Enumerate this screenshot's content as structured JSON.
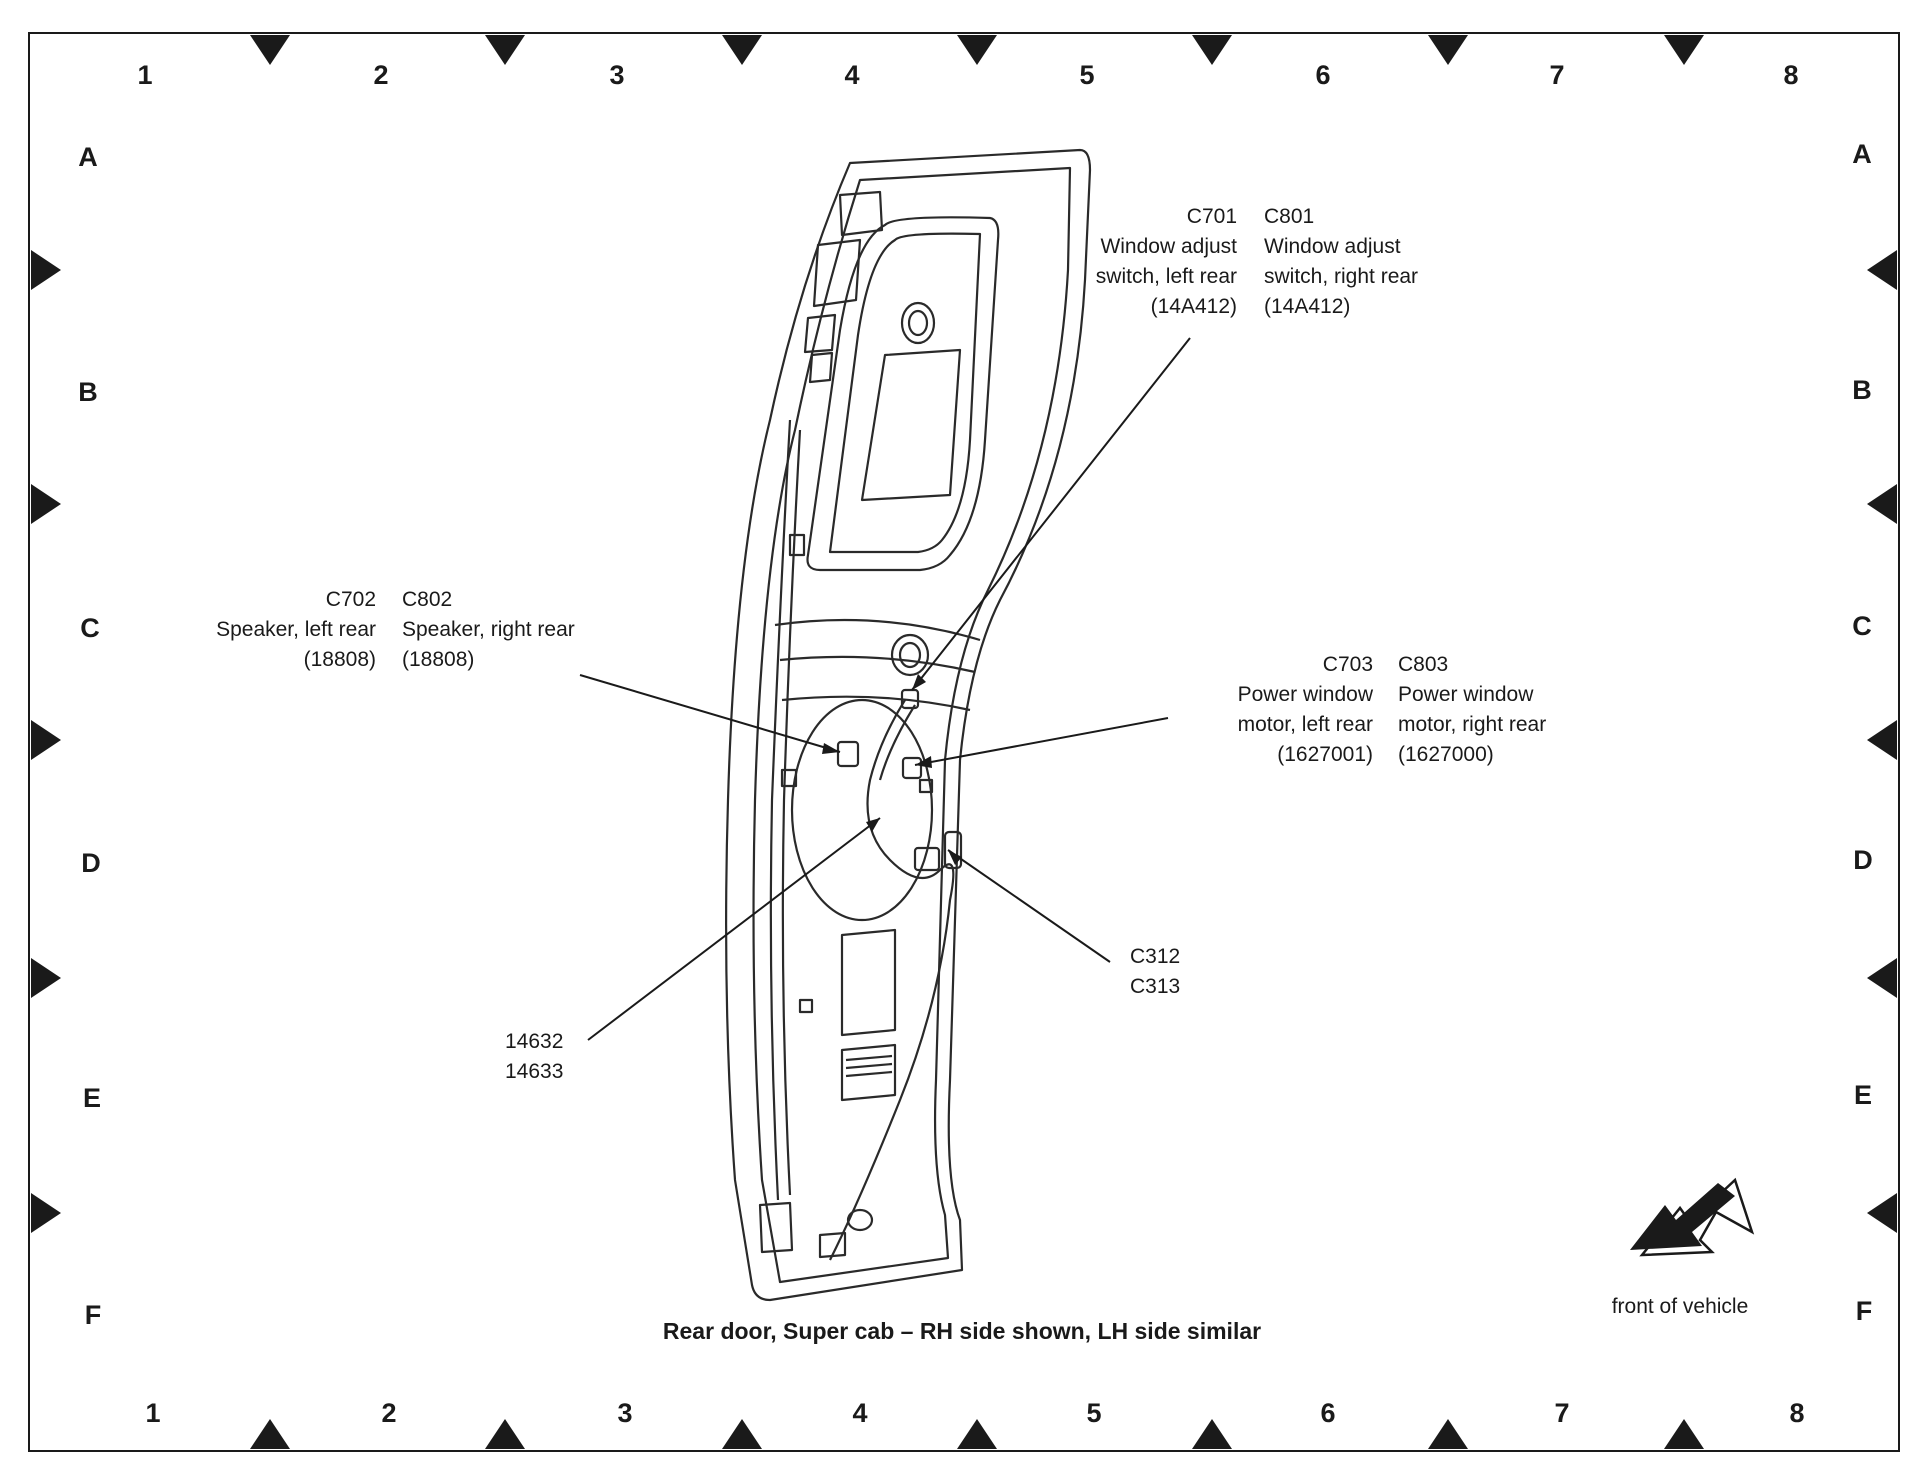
{
  "grid": {
    "columns": [
      "1",
      "2",
      "3",
      "4",
      "5",
      "6",
      "7",
      "8"
    ],
    "rows": [
      "A",
      "B",
      "C",
      "D",
      "E",
      "F"
    ]
  },
  "callouts": {
    "window_switch": {
      "left": {
        "connector": "C701",
        "line1": "Window adjust",
        "line2": "switch, left rear",
        "part": "(14A412)"
      },
      "right": {
        "connector": "C801",
        "line1": "Window adjust",
        "line2": "switch, right rear",
        "part": "(14A412)"
      }
    },
    "speaker": {
      "left": {
        "connector": "C702",
        "line1": "Speaker, left rear",
        "part": "(18808)"
      },
      "right": {
        "connector": "C802",
        "line1": "Speaker, right rear",
        "part": "(18808)"
      }
    },
    "window_motor": {
      "left": {
        "connector": "C703",
        "line1": "Power window",
        "line2": "motor, left rear",
        "part": "(1627001)"
      },
      "right": {
        "connector": "C803",
        "line1": "Power window",
        "line2": "motor, right rear",
        "part": "(1627000)"
      }
    },
    "harness": {
      "line1": "14632",
      "line2": "14633"
    },
    "inline": {
      "line1": "C312",
      "line2": "C313"
    }
  },
  "caption": "Rear door, Super cab – RH side shown, LH side similar",
  "front_indicator": {
    "label": "front of vehicle",
    "icon": "front-arrow-icon"
  },
  "colors": {
    "ink": "#1a1a1a",
    "background": "#ffffff"
  }
}
